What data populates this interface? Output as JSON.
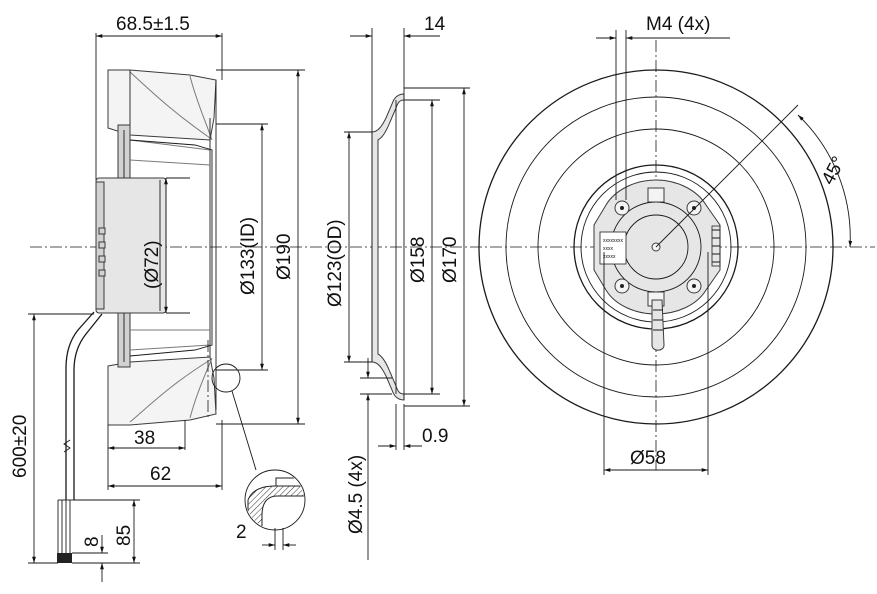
{
  "dimensions": {
    "width_68_5": "68.5±1.5",
    "d72": "(Ø72)",
    "d133": "Ø133(ID)",
    "d190": "Ø190",
    "w38": "38",
    "w62": "62",
    "cable600": "600±20",
    "c8": "8",
    "c85": "85",
    "t2": "2",
    "w14": "14",
    "d123": "Ø123(OD)",
    "d158": "Ø158",
    "d170": "Ø170",
    "hole45": "Ø4.5 (4x)",
    "t09": "0.9",
    "m4": "M4 (4x)",
    "angle45": "45°",
    "d58": "Ø58"
  },
  "label_plate": [
    "xxxxxxxx",
    "xxxx",
    "xxxxx"
  ]
}
